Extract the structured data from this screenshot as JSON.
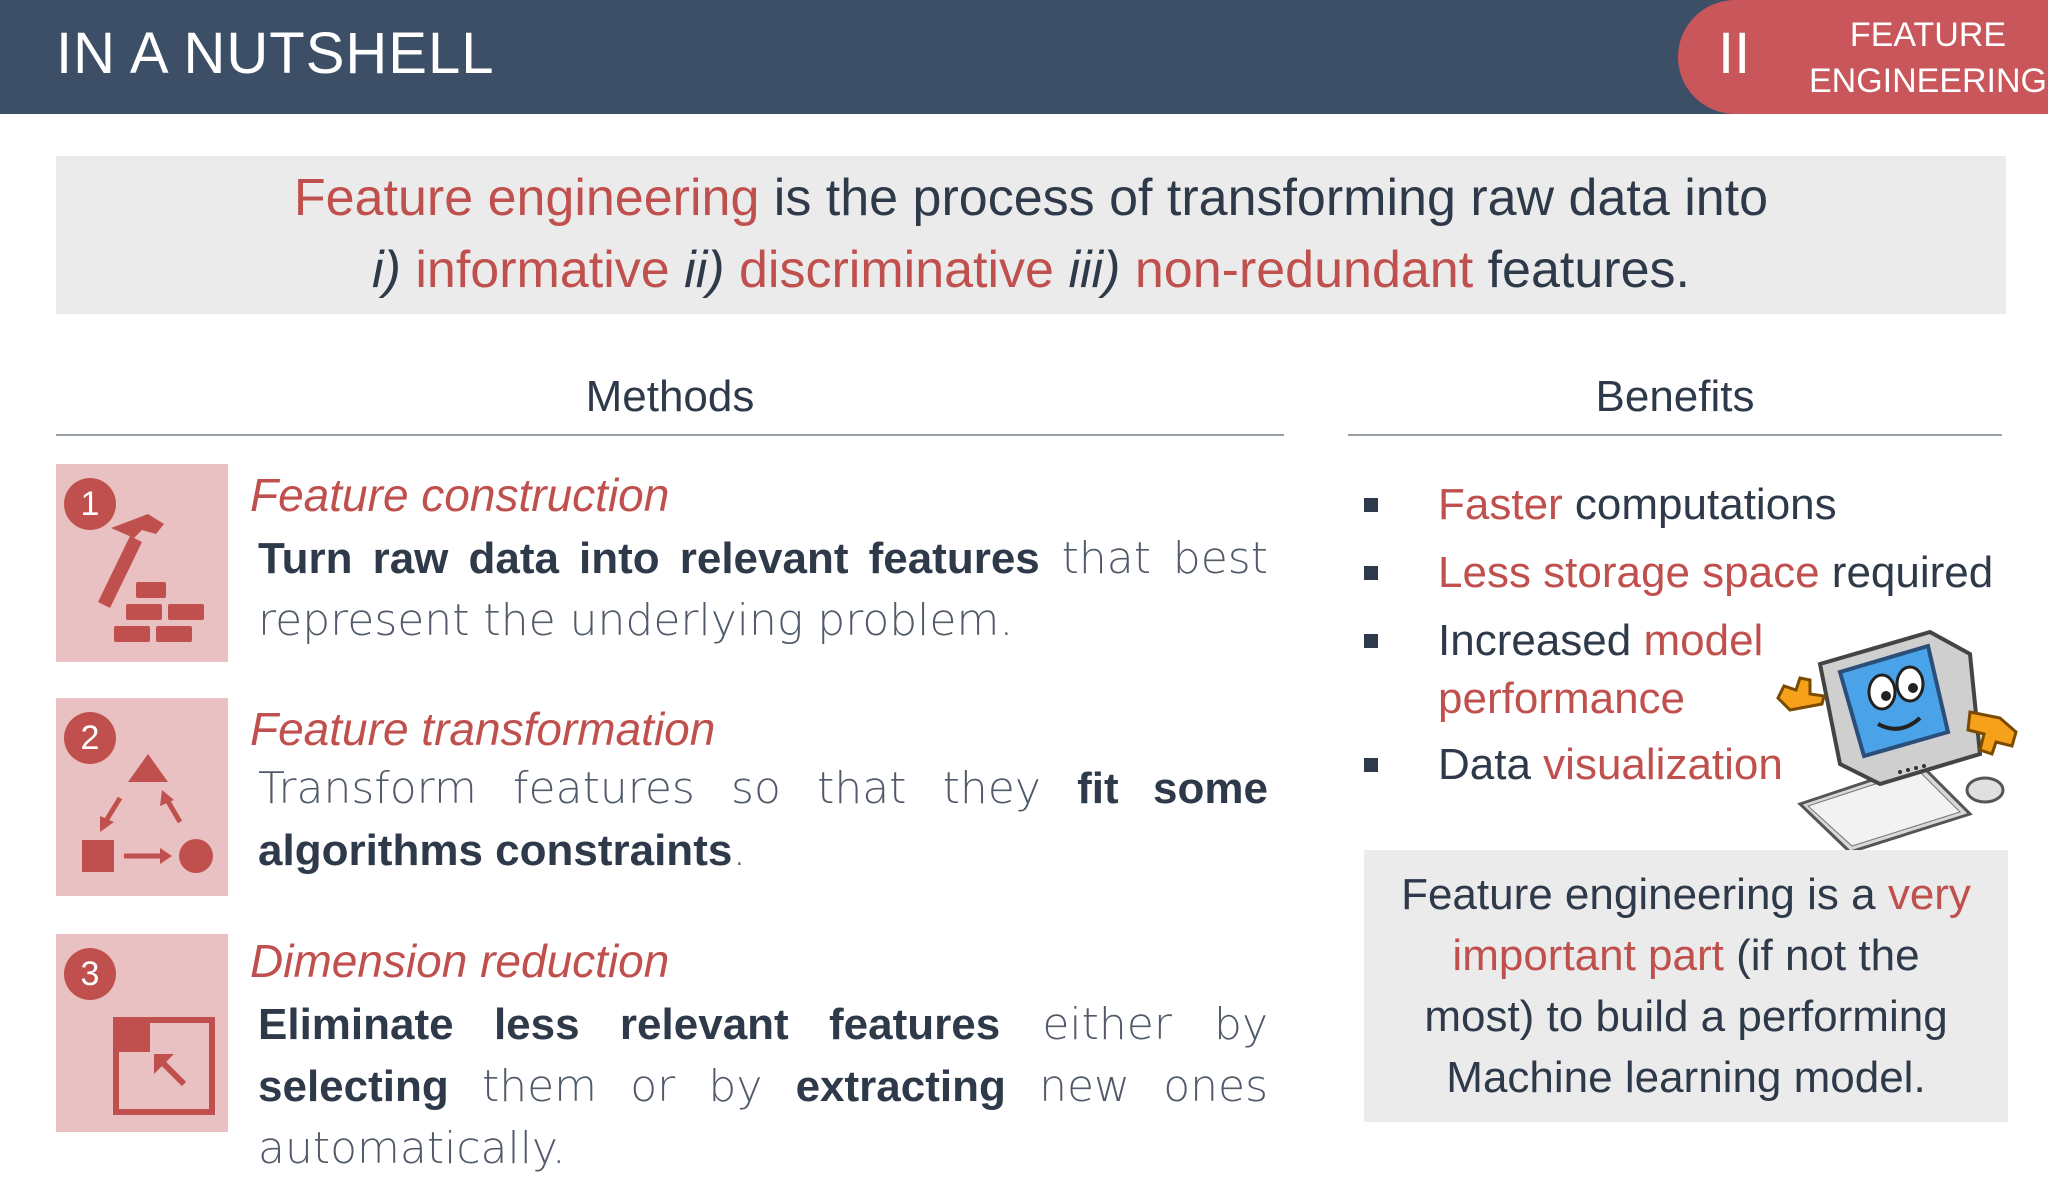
{
  "header": {
    "title": "IN A NUTSHELL",
    "section_number": "II",
    "section_line1": "FEATURE",
    "section_line2": "ENGINEERING"
  },
  "definition": {
    "term": "Feature engineering",
    "mid": " is the process of transforming raw data into",
    "i_label": "i)",
    "i_text": " informative ",
    "ii_label": "ii)",
    "ii_text": " discriminative ",
    "iii_label": "iii)",
    "iii_text": " non-redundant",
    "end": " features."
  },
  "methods": {
    "heading": "Methods",
    "items": [
      {
        "number": "1",
        "title": "Feature construction",
        "bold1": "Turn raw data into relevant features",
        "rest": " that best represent the underlying problem."
      },
      {
        "number": "2",
        "title": "Feature transformation",
        "light": "Transform features so that they ",
        "bold1": "fit some algorithms constraints",
        "rest": "."
      },
      {
        "number": "3",
        "title": "Dimension reduction",
        "bold1": "Eliminate less relevant features",
        "mid": " either by ",
        "bold2": "selecting",
        "mid2": " them or by ",
        "bold3": "extracting",
        "rest": " new ones automatically."
      }
    ]
  },
  "benefits": {
    "heading": "Benefits",
    "items": [
      {
        "red": "Faster",
        "text": " computations"
      },
      {
        "red": "Less storage space",
        "text": " required"
      },
      {
        "text": "Increased ",
        "red": "model",
        "red2": "performance"
      },
      {
        "text": "Data ",
        "red": "visualization"
      }
    ]
  },
  "conclusion": {
    "a": "Feature engineering is a ",
    "b": "very",
    "c": "important part",
    "d": " (if not the",
    "e": "most) to build a performing",
    "f": "Machine learning model."
  },
  "colors": {
    "header_bg": "#3c4f66",
    "accent_red": "#c0504d",
    "icon_bg": "#e9c1c2",
    "box_bg": "#ebebeb"
  },
  "icons": [
    "hammer-bricks-icon",
    "shapes-cycle-icon",
    "resize-icon",
    "computer-mascot-icon"
  ]
}
